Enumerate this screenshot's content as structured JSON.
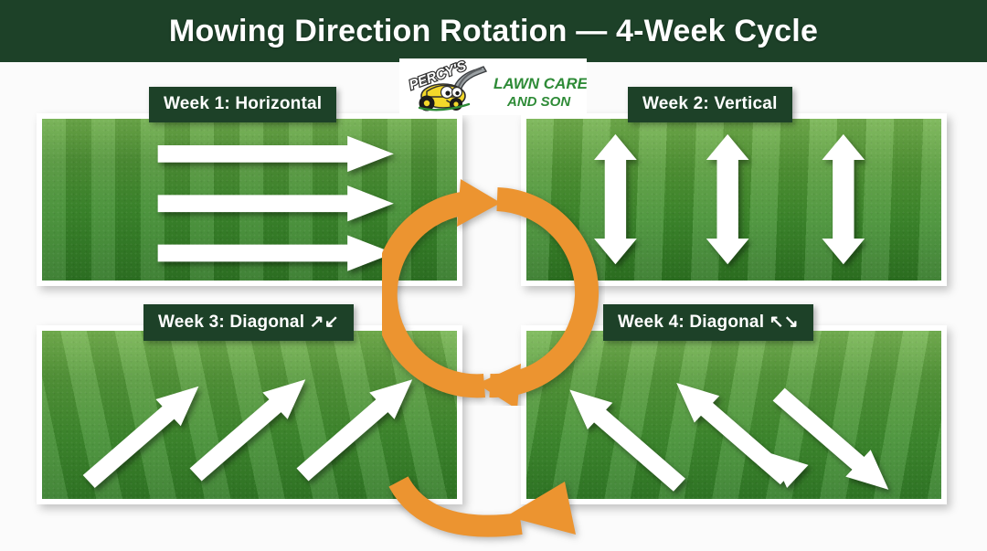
{
  "header": {
    "title": "Mowing Direction Rotation — 4-Week Cycle",
    "background_color": "#1d4128",
    "text_color": "#ffffff"
  },
  "logo": {
    "name": "percys-lawn-care-and-son-logo",
    "top_text": "PERCY'S",
    "line1": "LAWN CARE",
    "line2": "AND SON",
    "mascot": "cartoon-lawn-mower",
    "mower_color": "#f3d82a",
    "text_color": "#2e8b37"
  },
  "colors": {
    "accent_orange": "#ec9430",
    "panel_green_dark": "#2f7624",
    "panel_green_light": "#74b24e",
    "label_green": "#1d4128",
    "arrow_white": "#ffffff",
    "page_background": "#fbfbfb"
  },
  "panels": [
    {
      "id": "week-1",
      "label": "Week 1: Horizontal",
      "direction": "horizontal",
      "arrow_count": 3,
      "arrow_style": "single-headed pointing right",
      "stripe_orientation": "horizontal"
    },
    {
      "id": "week-2",
      "label": "Week 2: Vertical",
      "direction": "vertical",
      "arrow_count": 3,
      "arrow_style": "double-headed up and down",
      "stripe_orientation": "vertical"
    },
    {
      "id": "week-3",
      "label": "Week 3: Diagonal ↗↙",
      "direction": "diagonal-up-right",
      "arrow_count": 3,
      "arrow_style": "double-headed up-right and down-left",
      "stripe_orientation": "diagonal-left"
    },
    {
      "id": "week-4",
      "label": "Week 4: Diagonal ↖↘",
      "direction": "diagonal-up-left",
      "arrow_count": 3,
      "arrow_style": "double-headed up-left and down-right",
      "stripe_orientation": "diagonal-right"
    }
  ],
  "cycle": {
    "name": "rotation-cycle-arrow",
    "shape": "clockwise circular double arrow",
    "color": "#ec9430",
    "bottom_arc": "curved arrow sweeping right"
  }
}
